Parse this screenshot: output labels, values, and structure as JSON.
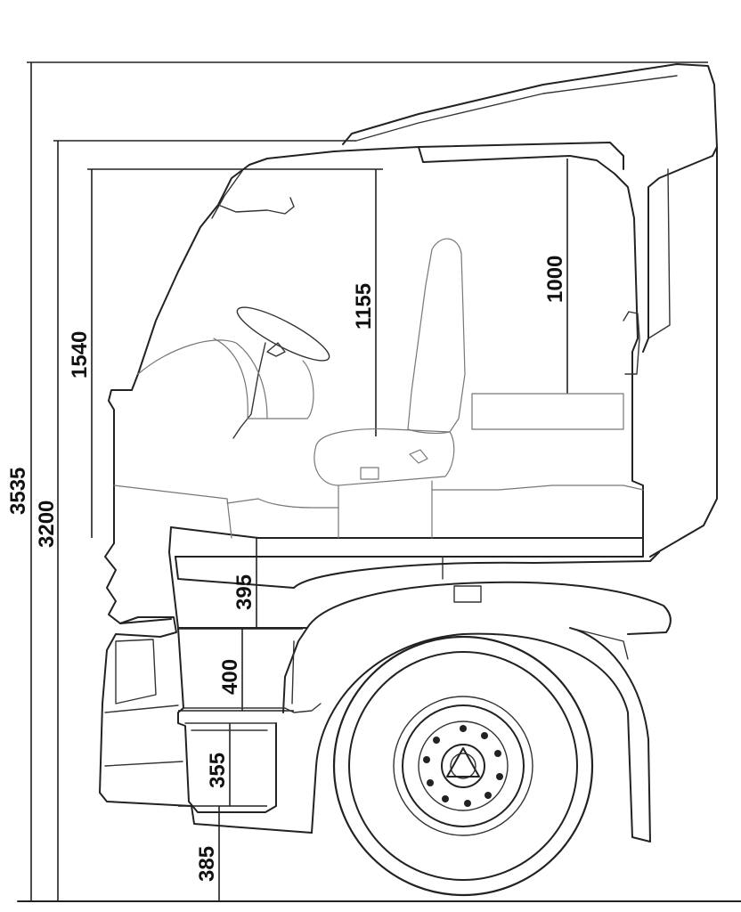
{
  "diagram": {
    "dimensions": {
      "overall_height": "3535",
      "cab_height": "3200",
      "cab_interior_height": "1540",
      "seat_headroom": "1155",
      "bunk_headroom": "1000",
      "floor_to_step": "395",
      "upper_step": "400",
      "lower_step": "355",
      "ground_to_step": "385"
    },
    "line_color": "#222222",
    "background": "#ffffff"
  }
}
